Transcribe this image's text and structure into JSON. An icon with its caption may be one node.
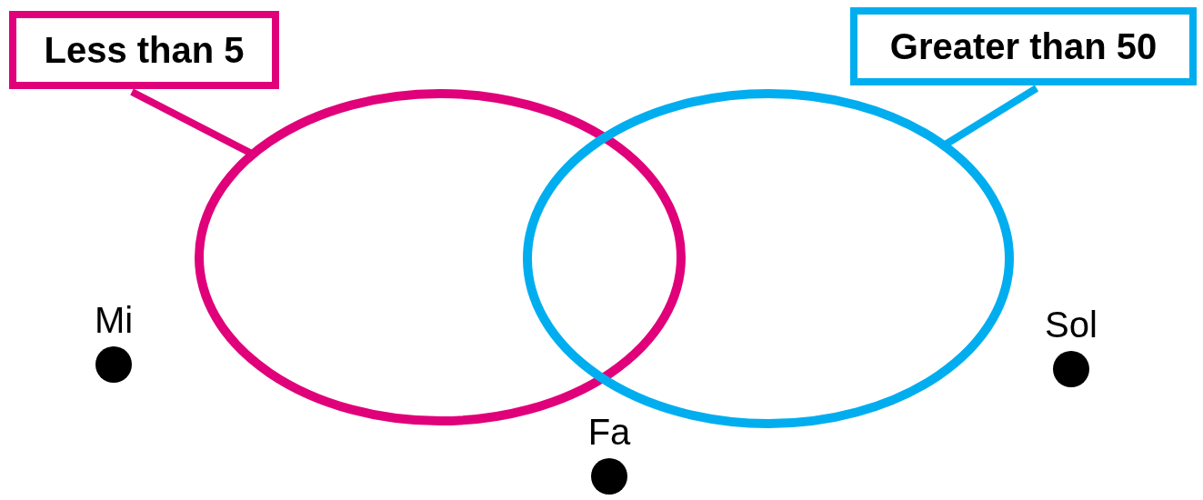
{
  "diagram": {
    "nodes": [
      {
        "text": [
          "Less than 5"
        ]
      },
      {
        "text": [
          "Greater than 50"
        ]
      },
      {
        "text": [],
        "shape": "ellipse"
      },
      {
        "text": [],
        "shape": "ellipse"
      },
      {
        "text": [
          "Mi"
        ]
      },
      {
        "text": [
          "Sol"
        ]
      },
      {
        "text": [
          "Fa"
        ]
      }
    ],
    "edges": [
      {
        "from": 0,
        "to": 2,
        "arrow": "none",
        "color": "#e0007a"
      },
      {
        "from": 1,
        "to": 3,
        "arrow": "none",
        "color": "#00aeef"
      }
    ]
  }
}
